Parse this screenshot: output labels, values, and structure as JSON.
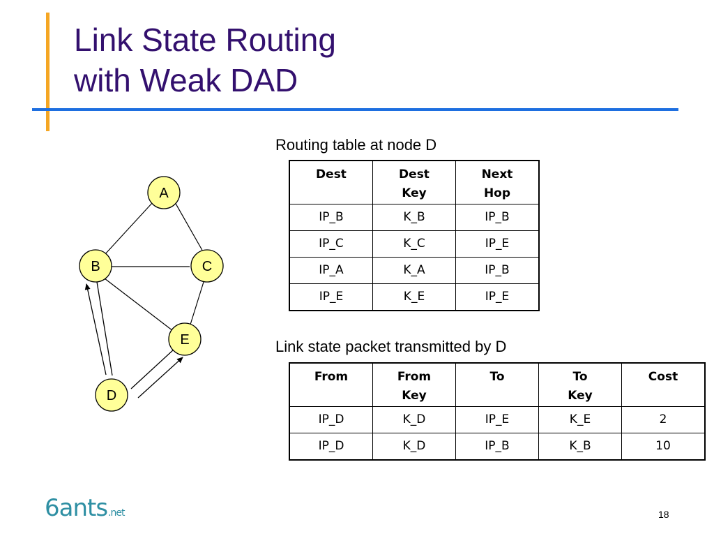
{
  "slide": {
    "title_line1": "Link State Routing",
    "title_line2": "with Weak DAD",
    "page_number": "18"
  },
  "routing_table": {
    "caption": "Routing table at node D",
    "headers": [
      [
        "Dest"
      ],
      [
        "Dest",
        "Key"
      ],
      [
        "Next",
        "Hop"
      ]
    ],
    "rows": [
      [
        "IP_B",
        "K_B",
        "IP_B"
      ],
      [
        "IP_C",
        "K_C",
        "IP_E"
      ],
      [
        "IP_A",
        "K_A",
        "IP_B"
      ],
      [
        "IP_E",
        "K_E",
        "IP_E"
      ]
    ]
  },
  "lsp_table": {
    "caption": "Link state packet transmitted by D",
    "headers": [
      [
        "From"
      ],
      [
        "From",
        "Key"
      ],
      [
        "To"
      ],
      [
        "To",
        "Key"
      ],
      [
        "Cost"
      ]
    ],
    "rows": [
      [
        "IP_D",
        "K_D",
        "IP_E",
        "K_E",
        "2"
      ],
      [
        "IP_D",
        "K_D",
        "IP_B",
        "K_B",
        "10"
      ]
    ]
  },
  "graph": {
    "nodes": [
      "A",
      "B",
      "C",
      "E",
      "D"
    ],
    "edges": [
      [
        "A",
        "B"
      ],
      [
        "A",
        "C"
      ],
      [
        "B",
        "C"
      ],
      [
        "B",
        "E"
      ],
      [
        "C",
        "E"
      ]
    ],
    "arrows": [
      [
        "D",
        "B"
      ],
      [
        "D",
        "E"
      ]
    ],
    "node_fill": "#FFFF99"
  },
  "logo": {
    "main": "6ants",
    "suffix": ".net",
    "color": "#2E8FA3"
  }
}
